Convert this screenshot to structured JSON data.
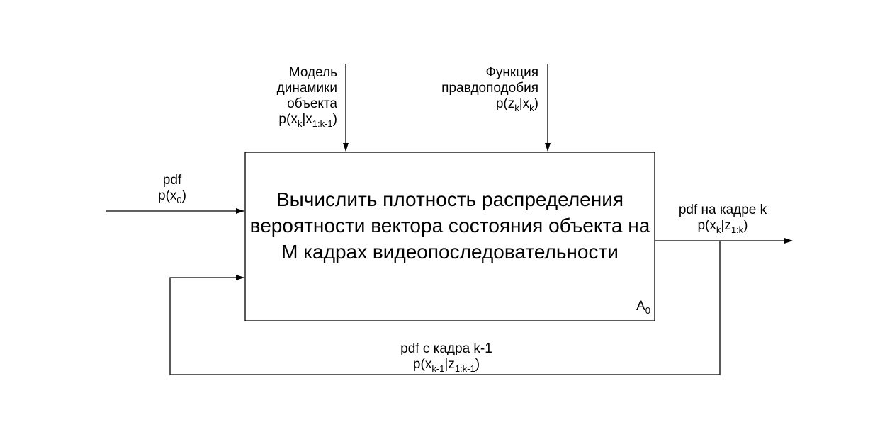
{
  "process": {
    "text": "Вычислить плотность распределения вероятности вектора состояния объекта на М кадрах видеопоследовательности",
    "node_id": {
      "letter": "A",
      "sub": "0"
    }
  },
  "inputs": {
    "pdf0": {
      "line1": "pdf",
      "fn": "p(x",
      "sub": "0",
      "close": ")"
    }
  },
  "controls": {
    "dynamics": {
      "line1": "Модель",
      "line2": "динамики",
      "line3": "объекта",
      "f_a": "p(x",
      "sub_a": "k",
      "f_b": "|x",
      "sub_b": "1:k-1",
      "f_c": ")"
    },
    "likelihood": {
      "line1": "Функция",
      "line2": "правдоподобия",
      "f_a": "p(z",
      "sub_a": "k",
      "f_b": "|x",
      "sub_b": "k",
      "f_c": ")"
    }
  },
  "outputs": {
    "pdfk": {
      "line1": "pdf на кадре k",
      "f_a": "p(x",
      "sub_a": "k",
      "f_b": "|z",
      "sub_b": "1:k",
      "f_c": ")"
    }
  },
  "feedback": {
    "line1": "pdf с кадра k-1",
    "f_a": "p(x",
    "sub_a": "k-1",
    "f_b": "|z",
    "sub_b": "1:k-1",
    "f_c": ")"
  }
}
